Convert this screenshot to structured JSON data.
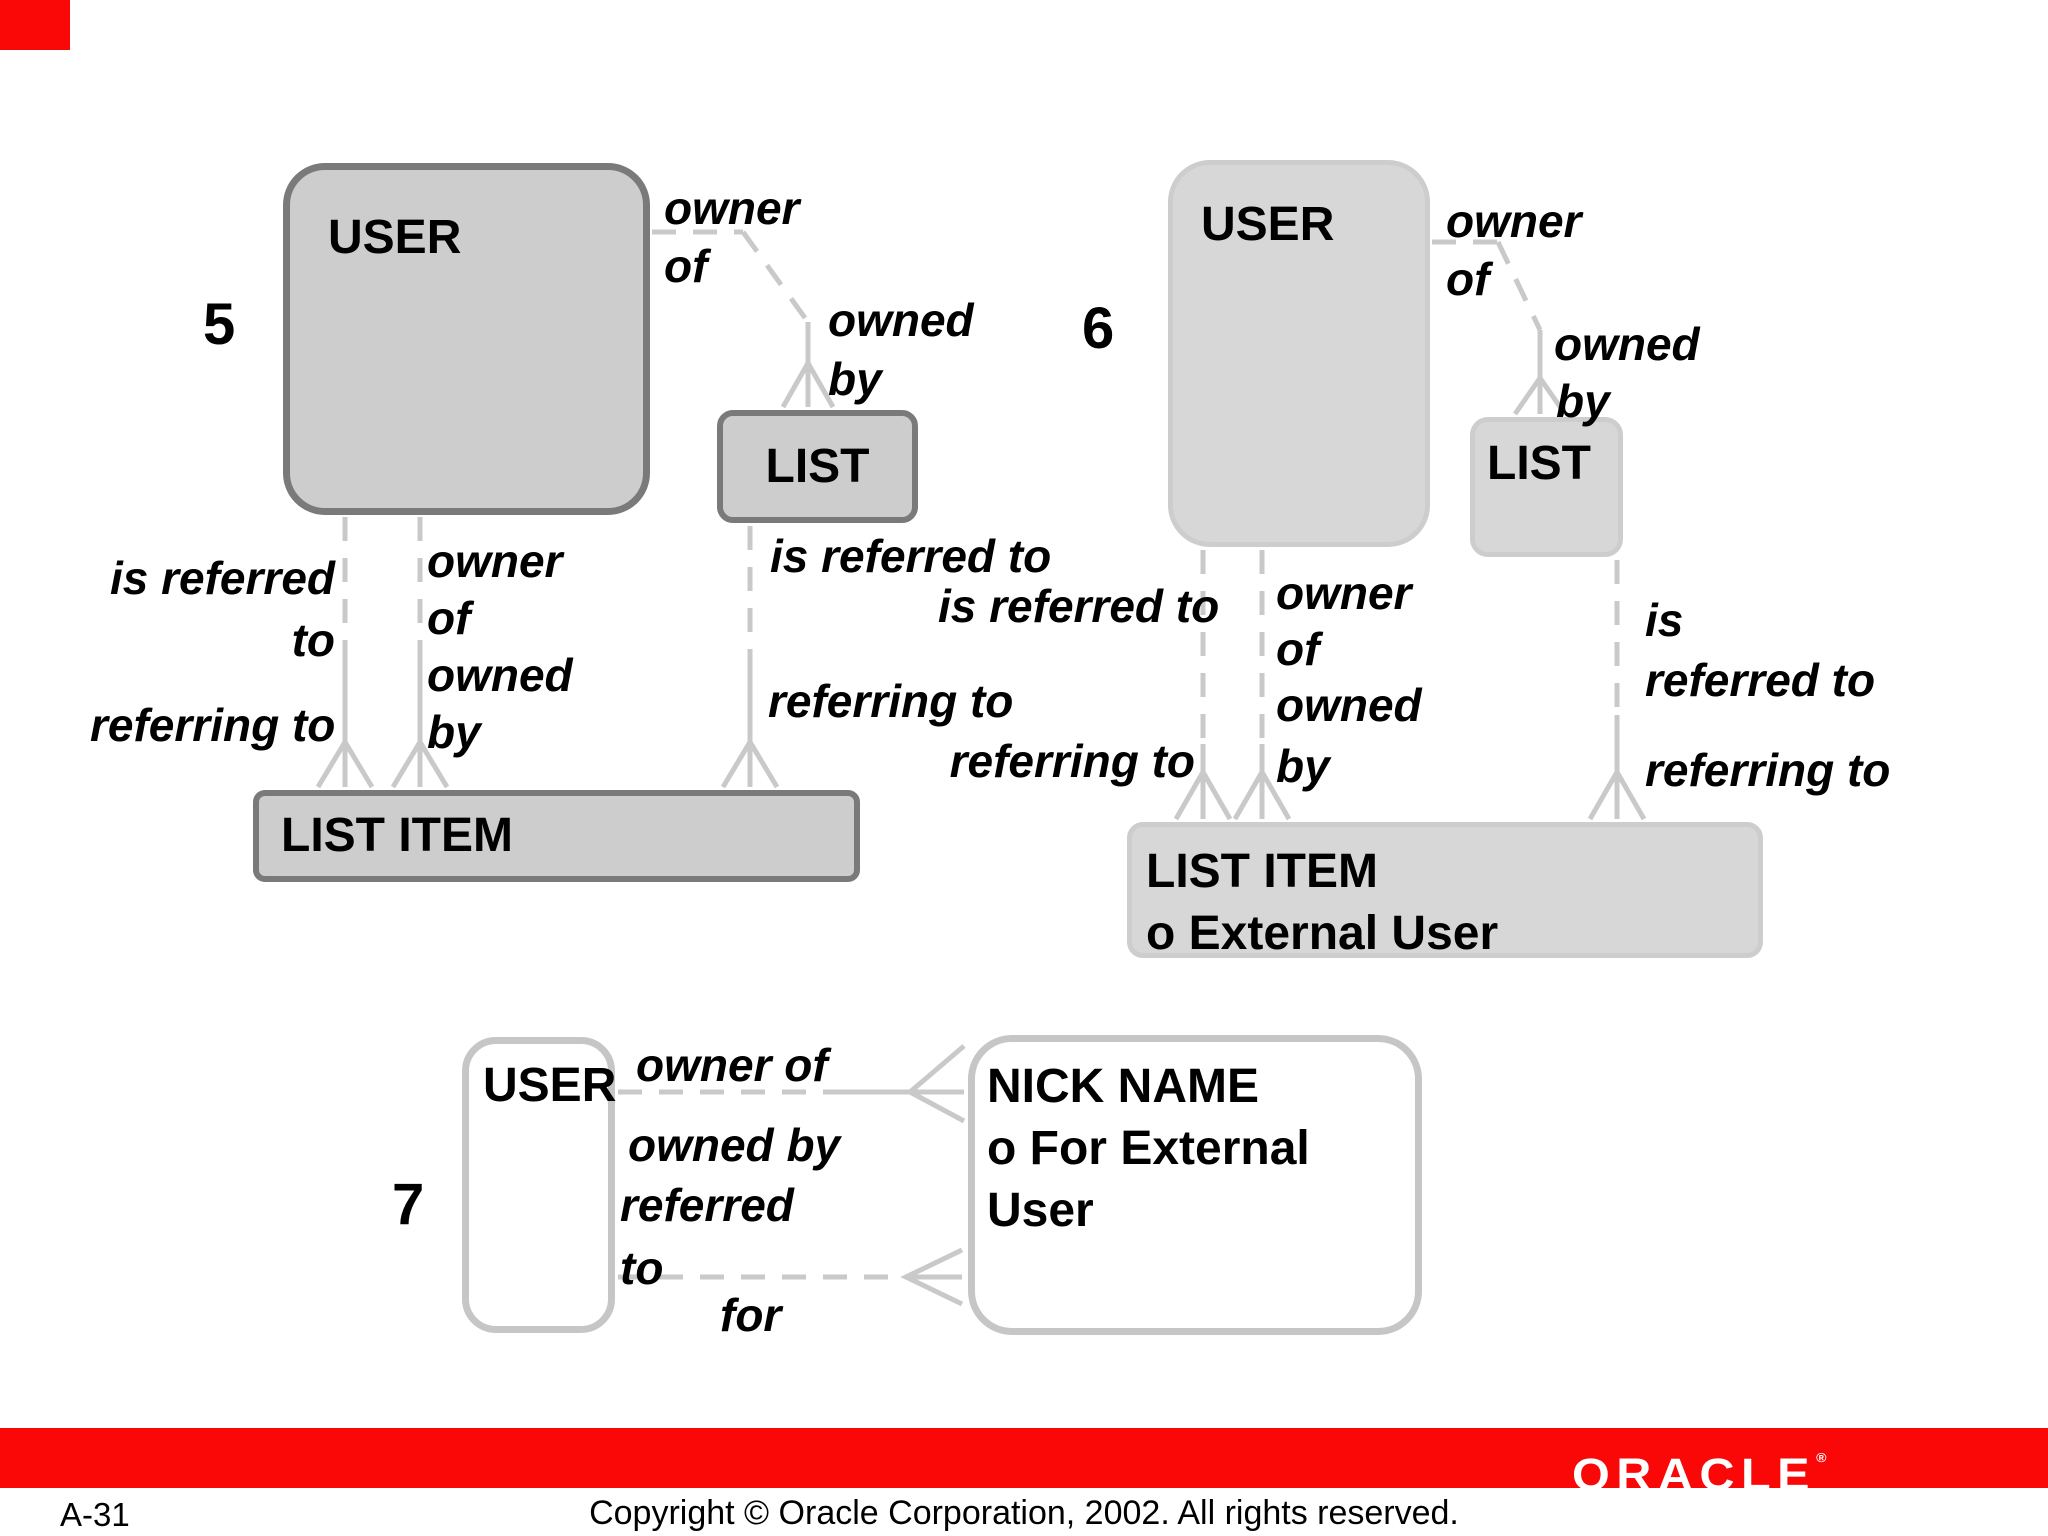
{
  "colors": {
    "accent_red": "#fa0808",
    "entity_fill_dark": "#cdcdcd",
    "entity_border_dark": "#7a7a7a",
    "entity_fill_soft": "#d7d7d7",
    "entity_fill_white": "#ffffff",
    "connector_gray": "#c9c9c9"
  },
  "diagram5": {
    "number": "5",
    "entities": {
      "user": "USER",
      "list": "LIST",
      "list_item": "LIST ITEM"
    },
    "labels": {
      "owner": "owner",
      "of": "of",
      "owned": "owned",
      "by": "by",
      "is_referred": "is referred",
      "to": "to",
      "referring_to": "referring to",
      "mid_owner": "owner",
      "mid_of": "of",
      "mid_owned": "owned",
      "mid_by": "by",
      "list_is_referred_to": "is referred to",
      "list_referring_to": "referring to"
    }
  },
  "diagram6": {
    "number": "6",
    "entities": {
      "user": "USER",
      "list": "LIST",
      "list_item_line1": "LIST ITEM",
      "list_item_line2": "o External User"
    },
    "labels": {
      "owner": "owner",
      "of": "of",
      "owned": "owned",
      "by": "by",
      "is_referred_to": "is referred to",
      "referring_to": "referring to",
      "mid_owner": "owner",
      "mid_of": "of",
      "mid_owned": "owned",
      "mid_by": "by",
      "right_is": "is",
      "right_referred_to": "referred to",
      "right_referring_to": "referring to"
    }
  },
  "diagram7": {
    "number": "7",
    "entities": {
      "user": "USER",
      "nick_line1": "NICK NAME",
      "nick_line2": "o For External User"
    },
    "labels": {
      "owner_of": "owner of",
      "owned_by": "owned by",
      "referred": "referred",
      "to": "to",
      "for": "for"
    }
  },
  "footer": {
    "page_number": "A-31",
    "copyright": "Copyright © Oracle Corporation, 2002. All rights reserved.",
    "logo": "ORACLE",
    "registered_mark": "®"
  }
}
